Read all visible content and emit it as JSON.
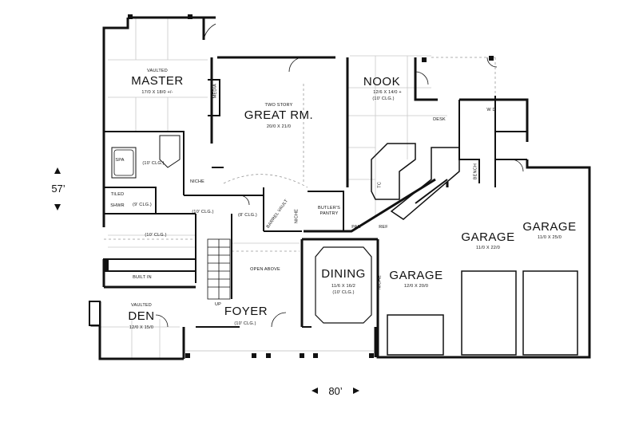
{
  "rooms": {
    "master": {
      "tag": "VAULTED",
      "name": "MASTER",
      "size": "17/0 X 18/0 +/-"
    },
    "great_room": {
      "tag": "TWO STORY",
      "name": "GREAT RM.",
      "size": "20/0 X 21/0"
    },
    "nook": {
      "name": "NOOK",
      "size": "12/6 X 14/0 +",
      "clg": "(10' CLG.)"
    },
    "media": "MEDIA",
    "desk": "DESK",
    "wd": "W D",
    "bench": "BENCH",
    "spa": "SPA",
    "spa_clg": "(10' CLG.)",
    "tiled_shwr": [
      "TILED",
      "SHWR"
    ],
    "shwr_clg": "(9' CLG.)",
    "niche1": "NICHE",
    "bath_clg1": "(10' CLG.)",
    "bath_clg2": "(8' CLG.)",
    "hall_clg": "(10' CLG.)",
    "barrel_vault": "BARREL VAULT",
    "niche2": "NICHE",
    "butlers_pantry": [
      "BUTLER'S",
      "PANTRY"
    ],
    "pan": "PAN",
    "ref": "REF",
    "tc": "TC",
    "built_in": "BUILT IN",
    "open_above": "OPEN ABOVE",
    "up": "UP",
    "foyer": {
      "name": "FOYER",
      "clg": "(10' CLG.)"
    },
    "den": {
      "tag": "VAULTED",
      "name": "DEN",
      "size": "12/0 X 15/0"
    },
    "dining": {
      "name": "DINING",
      "size": "11/6 X 16/2",
      "clg": "(10' CLG.)"
    },
    "niche3": "NICHE",
    "garage1": {
      "name": "GARAGE",
      "size": "12/0 X 20/0"
    },
    "garage2": {
      "name": "GARAGE",
      "size": "11/0 X 22/0"
    },
    "garage3": {
      "name": "GARAGE",
      "size": "11/0 X 25/0"
    }
  },
  "dimensions": {
    "depth": "57’",
    "width": "80’"
  }
}
